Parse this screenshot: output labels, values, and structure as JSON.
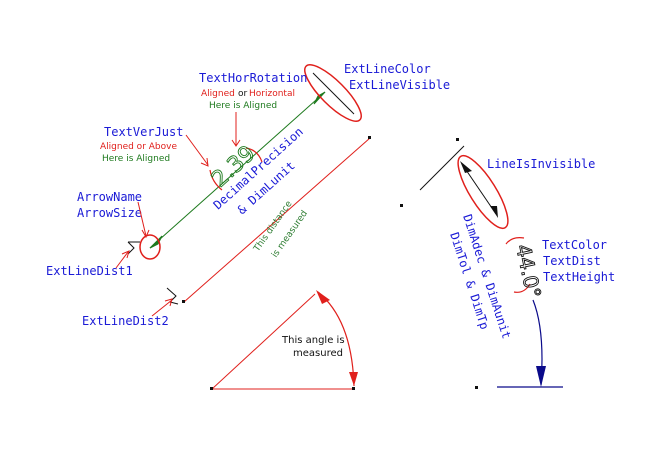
{
  "labels": {
    "ext_line_color": "ExtLineColor",
    "ext_line_visible": "ExtLineVisible",
    "text_hor_rotation": "TextHorRotation",
    "aligned_or": "Aligned",
    "or_word": "or",
    "horizontal": "Horizontal",
    "here_is_aligned_1": "Here is Aligned",
    "text_ver_just": "TextVerJust",
    "aligned_or_above": "Aligned or Above",
    "here_is_aligned_2": "Here is Aligned",
    "arrow_name": "ArrowName",
    "arrow_size": "ArrowSize",
    "ext_line_dist1": "ExtLineDist1",
    "ext_line_dist2": "ExtLineDist2",
    "line_is_invisible": "LineIsInvisible",
    "text_color": "TextColor",
    "text_dist": "TextDist",
    "text_height": "TextHeight",
    "decimal_precision": "DecimalPrecision",
    "dim_lunit": "& DimLunit",
    "dim_adec": "DimAdec & DimAunit",
    "dim_tol": "DimTol & DimTp",
    "distance_measured_1": "This distance",
    "distance_measured_2": "is measured",
    "angle_measured_1": "This angle is",
    "angle_measured_2": "measured",
    "linear_value": "2.39",
    "angular_value": "44.0°"
  },
  "colors": {
    "label_blue": "#1a1ad6",
    "highlight_red": "#e0201c",
    "dimension_green": "#1e7a1e",
    "angle_dim_blue": "#0a0a8a",
    "construction_black": "#111111"
  }
}
